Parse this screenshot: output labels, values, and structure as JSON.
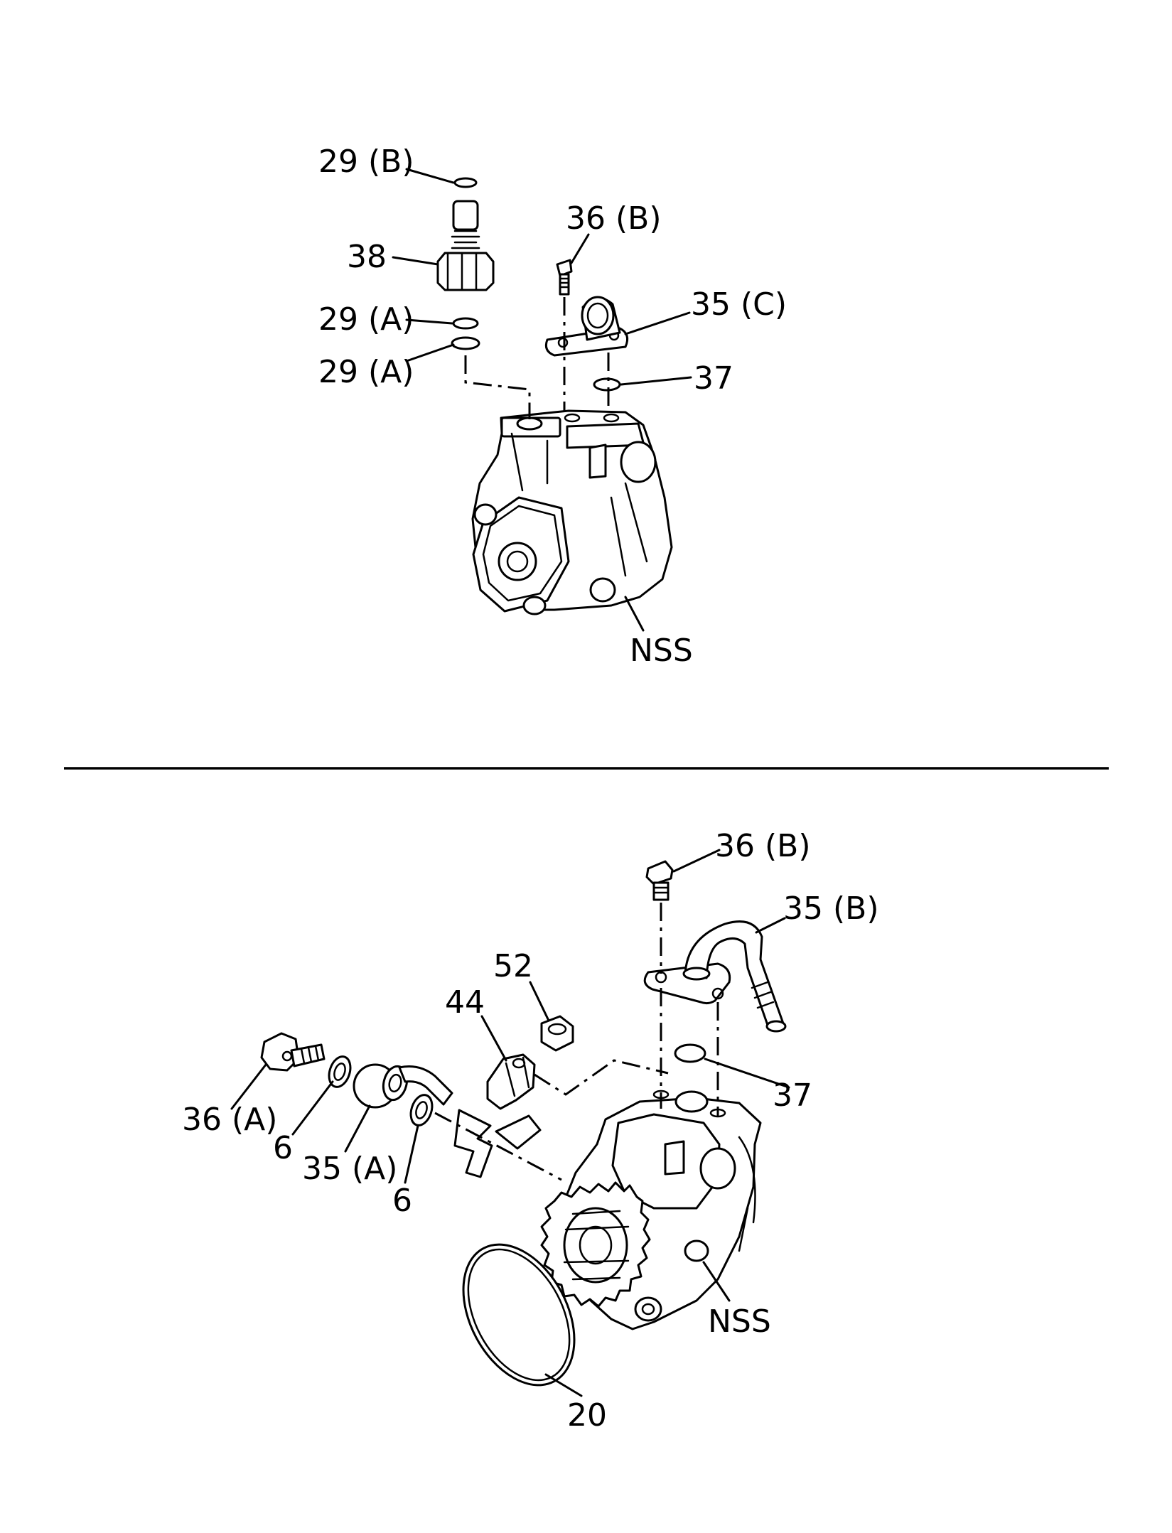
{
  "top_view": {
    "labels": {
      "l29b": "29 (B)",
      "l38": "38",
      "l29a_1": "29 (A)",
      "l29a_2": "29 (A)",
      "l36b": "36 (B)",
      "l35c": "35 (C)",
      "l37": "37",
      "lnss": "NSS"
    }
  },
  "bottom_view": {
    "labels": {
      "l36b": "36 (B)",
      "l35b": "35 (B)",
      "l52": "52",
      "l44": "44",
      "l37": "37",
      "l36a": "36 (A)",
      "l6_1": "6",
      "l35a": "35 (A)",
      "l6_2": "6",
      "lnss": "NSS",
      "l20": "20"
    }
  }
}
